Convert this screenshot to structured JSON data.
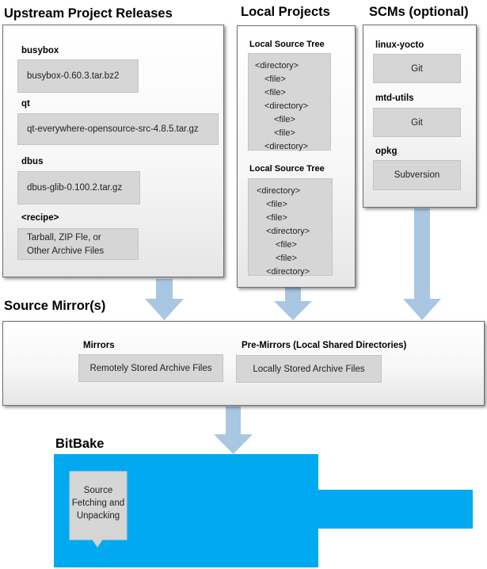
{
  "upstream": {
    "heading": "Upstream Project Releases",
    "items": [
      {
        "label": "busybox",
        "value": "busybox-0.60.3.tar.bz2"
      },
      {
        "label": "qt",
        "value": "qt-everywhere-opensource-src-4.8.5.tar.gz"
      },
      {
        "label": "dbus",
        "value": "dbus-glib-0.100.2.tar.gz"
      },
      {
        "label": "<recipe>",
        "value_line1": "Tarball, ZIP Fle, or",
        "value_line2": "Other Archive Files"
      }
    ]
  },
  "local": {
    "heading": "Local Projects",
    "trees": [
      {
        "label": "Local Source Tree",
        "lines": [
          "<directory>",
          "<file>",
          "<file>",
          "<directory>",
          "<file>",
          "<file>",
          "<directory>"
        ]
      },
      {
        "label": "Local Source Tree",
        "lines": [
          "<directory>",
          "<file>",
          "<file>",
          "<directory>",
          "<file>",
          "<file>",
          "<directory>"
        ]
      }
    ]
  },
  "scms": {
    "heading": "SCMs (optional)",
    "items": [
      {
        "label": "linux-yocto",
        "value": "Git"
      },
      {
        "label": "mtd-utils",
        "value": "Git"
      },
      {
        "label": "opkg",
        "value": "Subversion"
      }
    ]
  },
  "mirrors": {
    "heading": "Source Mirror(s)",
    "mirrors_label": "Mirrors",
    "mirrors_value": "Remotely Stored Archive Files",
    "premirrors_label": "Pre-Mirrors (Local Shared Directories)",
    "premirrors_value": "Locally Stored Archive Files"
  },
  "bitbake": {
    "heading": "BitBake",
    "task_line1": "Source",
    "task_line2": "Fetching and",
    "task_line3": "Unpacking"
  },
  "colors": {
    "arrow": "#a9c6e3",
    "bitbake": "#00a9f0",
    "box": "#d6d6d6"
  }
}
